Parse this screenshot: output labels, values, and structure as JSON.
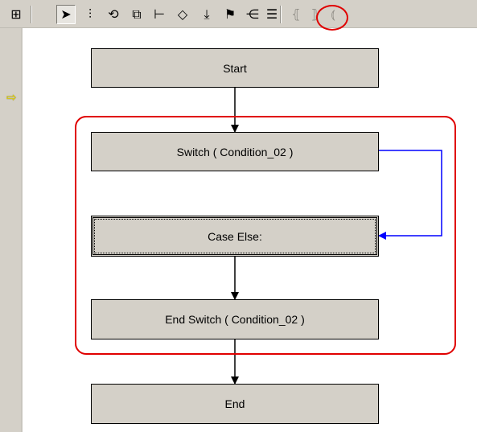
{
  "toolbar": {
    "buttons": [
      {
        "name": "layout-view-icon",
        "glyph": "⊞",
        "enabled": true
      },
      {
        "name": "select-pointer-icon",
        "glyph": "➤",
        "enabled": true,
        "pressed": true
      },
      {
        "name": "bar-sequence-icon",
        "glyph": "⫶",
        "enabled": true
      },
      {
        "name": "loop-icon",
        "glyph": "⟲",
        "enabled": true
      },
      {
        "name": "process-block-icon",
        "glyph": "⧉",
        "enabled": true
      },
      {
        "name": "branch-icon",
        "glyph": "⊢",
        "enabled": true
      },
      {
        "name": "decision-diamond-icon",
        "glyph": "◇",
        "enabled": true
      },
      {
        "name": "merge-down-icon",
        "glyph": "⤓",
        "enabled": true
      },
      {
        "name": "flag-icon",
        "glyph": "⚑",
        "enabled": true
      },
      {
        "name": "switch-case-icon",
        "glyph": "⋲",
        "enabled": true
      },
      {
        "name": "list-icon",
        "glyph": "☰",
        "enabled": true
      },
      {
        "name": "bracket-block-icon",
        "glyph": "⦃",
        "enabled": false
      },
      {
        "name": "brace-open-icon",
        "glyph": "⦄",
        "enabled": false
      },
      {
        "name": "brace-close-icon",
        "glyph": "⦅",
        "enabled": false
      }
    ]
  },
  "diagram": {
    "nodes": [
      {
        "id": "start",
        "label": "Start"
      },
      {
        "id": "switch",
        "label": "Switch ( Condition_02 )"
      },
      {
        "id": "case_else",
        "label": "Case Else:",
        "selected": true
      },
      {
        "id": "end_switch",
        "label": "End Switch ( Condition_02 )"
      },
      {
        "id": "end",
        "label": "End"
      }
    ]
  },
  "gutter": {
    "current_marker_icon": "right-arrow-icon"
  },
  "colors": {
    "node_fill": "#d4d0c8",
    "annotation": "#e00000",
    "branch_connector": "#0000ff",
    "connector": "#000000",
    "marker": "#e8d800"
  }
}
